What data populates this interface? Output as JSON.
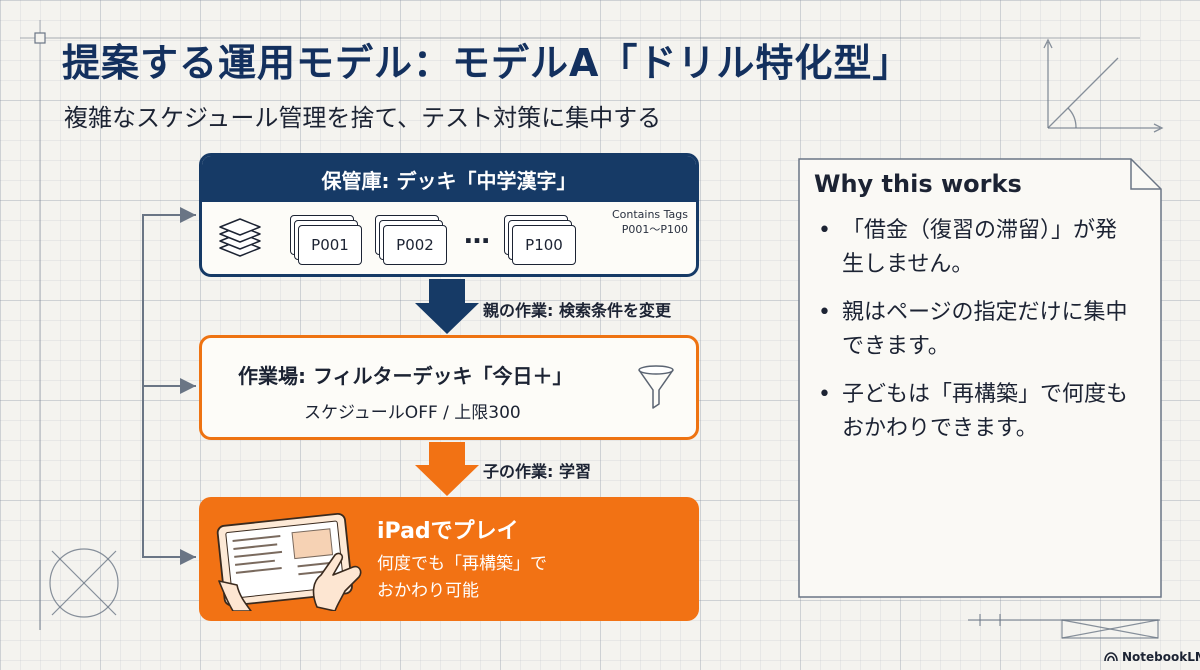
{
  "title": "提案する運用モデル：モデルA「ドリル特化型」",
  "subtitle": "複雑なスケジュール管理を捨て、テスト対策に集中する",
  "storage": {
    "header": "保管庫: デッキ「中学漢字」",
    "cards": [
      "P001",
      "P002",
      "P100"
    ],
    "ellipsis": "…",
    "tags_line1": "Contains Tags",
    "tags_line2": "P001～P100",
    "icon": "stack-icon"
  },
  "arrow1_label": "親の作業: 検索条件を変更",
  "workshop": {
    "title": "作業場: フィルターデッキ「今日＋」",
    "subtitle": "スケジュールOFF / 上限300",
    "icon": "funnel-icon"
  },
  "arrow2_label": "子の作業: 学習",
  "play": {
    "title": "iPadでプレイ",
    "description": "何度でも「再構築」で\nおかわり可能",
    "icon": "tablet-icon"
  },
  "note": {
    "heading": "Why this works",
    "items": [
      "「借金（復習の滞留）」が発生しません。",
      "親はページの指定だけに集中できます。",
      "子どもは「再構築」で何度もおかわりできます。"
    ]
  },
  "branding": "NotebookLM",
  "colors": {
    "navy": "#163a66",
    "orange": "#f27214",
    "orange_border": "#ee7312",
    "title_blue": "#13305e",
    "background": "#f4f3ef"
  }
}
